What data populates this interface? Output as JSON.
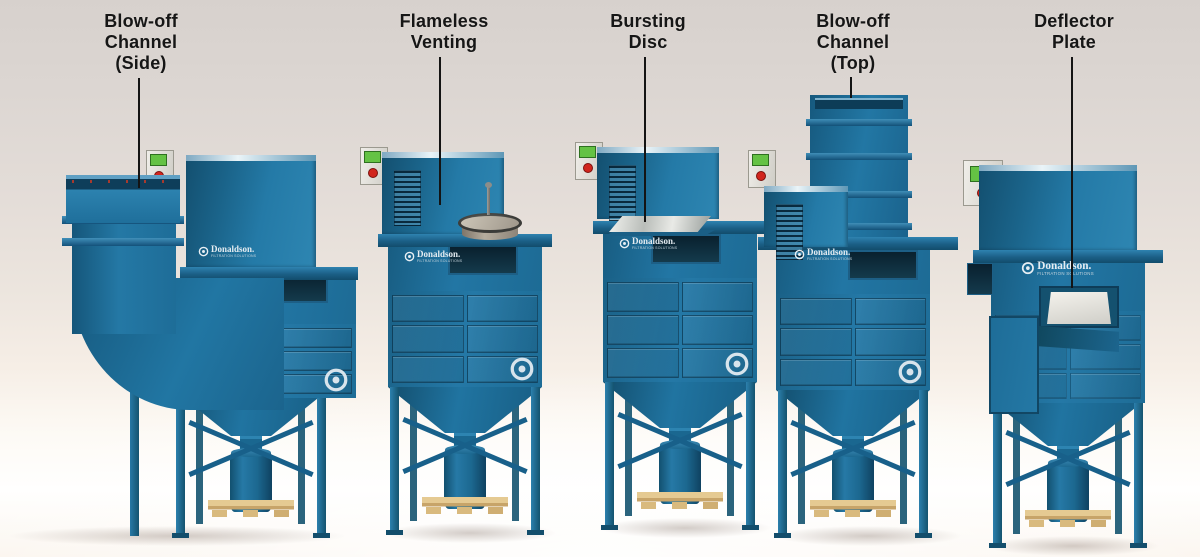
{
  "figure": {
    "alt": "Five Donaldson dust collectors showing explosion protection options",
    "callouts": [
      {
        "id": "blow-off-channel-side",
        "text": "Blow-off\nChannel\n(Side)"
      },
      {
        "id": "flameless-venting",
        "text": "Flameless\nVenting"
      },
      {
        "id": "bursting-disc",
        "text": "Bursting\nDisc"
      },
      {
        "id": "blow-off-channel-top",
        "text": "Blow-off\nChannel\n(Top)"
      },
      {
        "id": "deflector-plate",
        "text": "Deflector\nPlate"
      }
    ]
  },
  "branding": {
    "name": "Donaldson.",
    "tagline": "FILTRATION SOLUTIONS"
  },
  "colors": {
    "machine_blue": "#2176a3",
    "machine_blue_shade": "#175e84",
    "machine_blue_deep": "#134f6f",
    "background_top": "#d7d1cd",
    "background_bottom": "#fbf5ee",
    "pallet_wood": "#ddc18a",
    "bursting_disc_silver": "#d7d9d5",
    "label_text": "#161616"
  }
}
